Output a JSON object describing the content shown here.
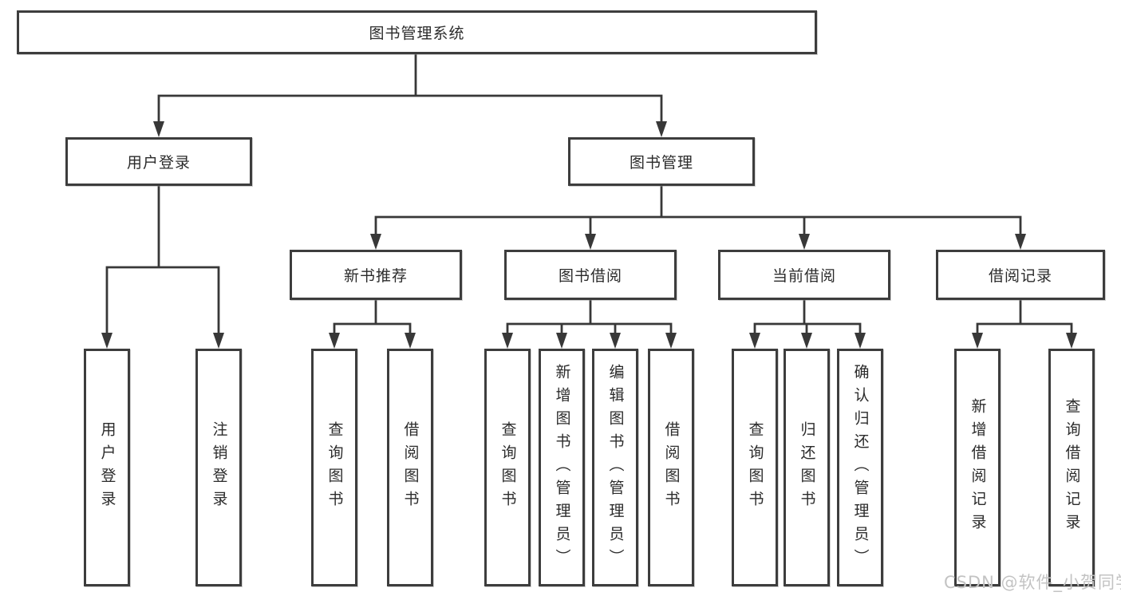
{
  "root": {
    "label": "图书管理系统"
  },
  "branches": [
    {
      "label": "用户登录",
      "leaves": [
        "用户登录",
        "注销登录"
      ]
    },
    {
      "label": "图书管理",
      "groups": [
        {
          "label": "新书推荐",
          "leaves": [
            "查询图书",
            "借阅图书"
          ]
        },
        {
          "label": "图书借阅",
          "leaves": [
            "查询图书",
            "新增图书（管理员）",
            "编辑图书（管理员）",
            "借阅图书"
          ]
        },
        {
          "label": "当前借阅",
          "leaves": [
            "查询图书",
            "归还图书",
            "确认归还（管理员）"
          ]
        },
        {
          "label": "借阅记录",
          "leaves": [
            "新增借阅记录",
            "查询借阅记录"
          ]
        }
      ]
    }
  ],
  "watermark": "CSDN @软件_小贺同学",
  "colors": {
    "line": "#383838",
    "box_border": "#3d3d3d",
    "box_fill": "#ffffff",
    "text": "#2b2b2b",
    "watermark": "#c3c3c3"
  }
}
